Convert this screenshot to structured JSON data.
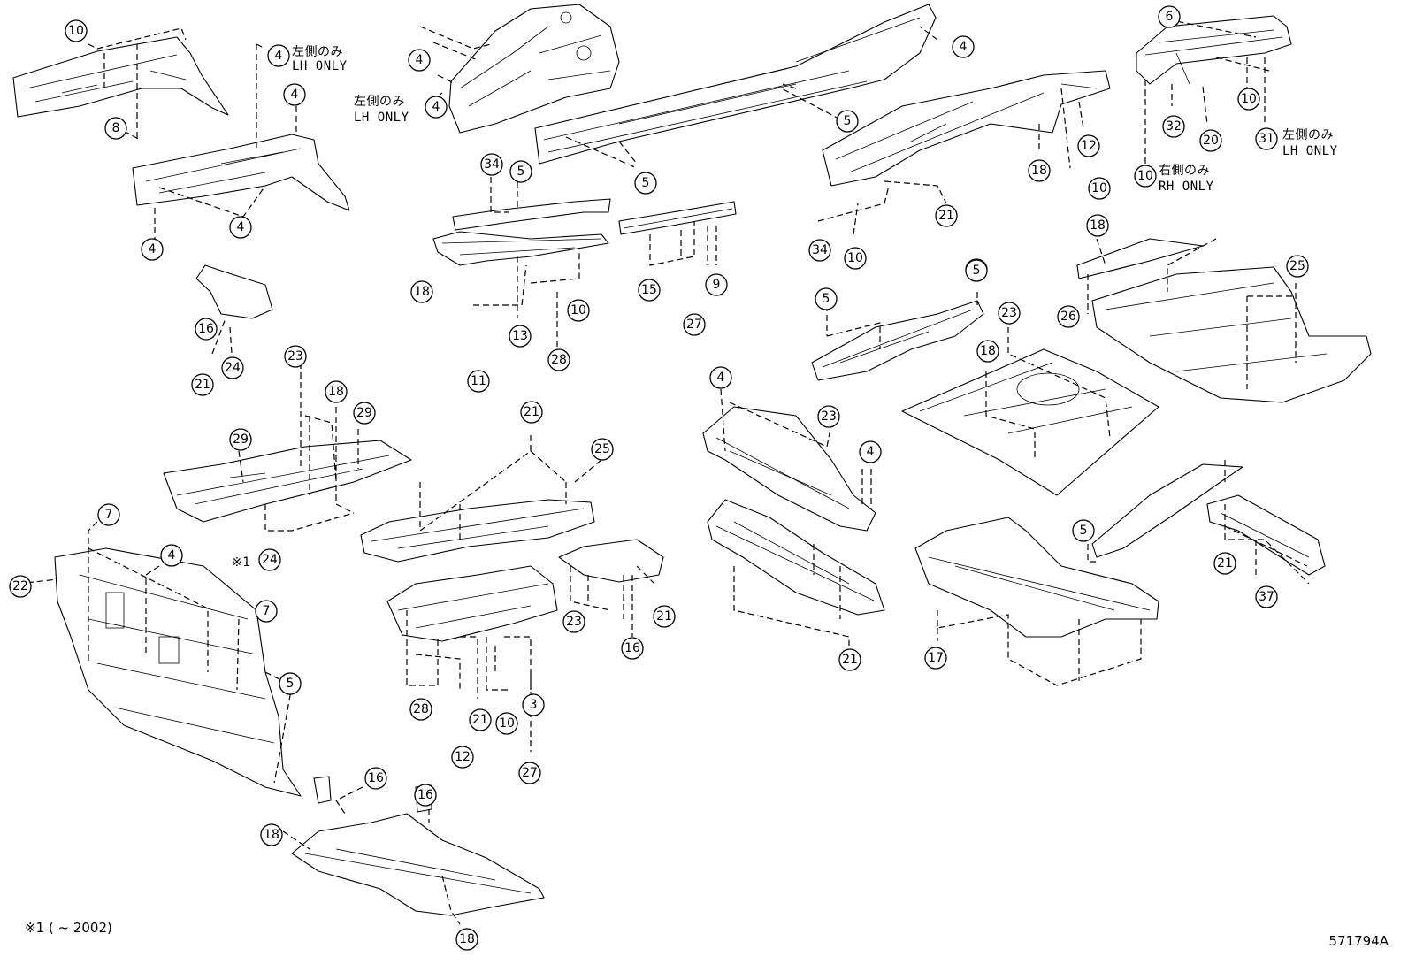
{
  "diagram_id": "571794A",
  "footnote": "※1 (    ~ 2002)",
  "notes": {
    "lh_only_jp": "左側のみ",
    "lh_only_en": "LH ONLY",
    "rh_only_jp": "右側のみ",
    "rh_only_en": "RH ONLY",
    "mark1": "※1"
  },
  "callouts": [
    "10",
    "4",
    "8",
    "4",
    "4",
    "4",
    "4",
    "4",
    "4",
    "5",
    "5",
    "6",
    "10",
    "32",
    "20",
    "31",
    "10",
    "12",
    "18",
    "10",
    "21",
    "34",
    "10",
    "34",
    "5",
    "18",
    "13",
    "10",
    "11",
    "28",
    "15",
    "27",
    "9",
    "18",
    "26",
    "25",
    "5",
    "5",
    "23",
    "18",
    "16",
    "24",
    "21",
    "23",
    "18",
    "29",
    "29",
    "24",
    "21",
    "25",
    "4",
    "23",
    "4",
    "7",
    "4",
    "22",
    "7",
    "5",
    "23",
    "16",
    "21",
    "28",
    "21",
    "10",
    "3",
    "12",
    "27",
    "21",
    "17",
    "5",
    "5",
    "21",
    "37",
    "16",
    "16",
    "18",
    "18"
  ]
}
